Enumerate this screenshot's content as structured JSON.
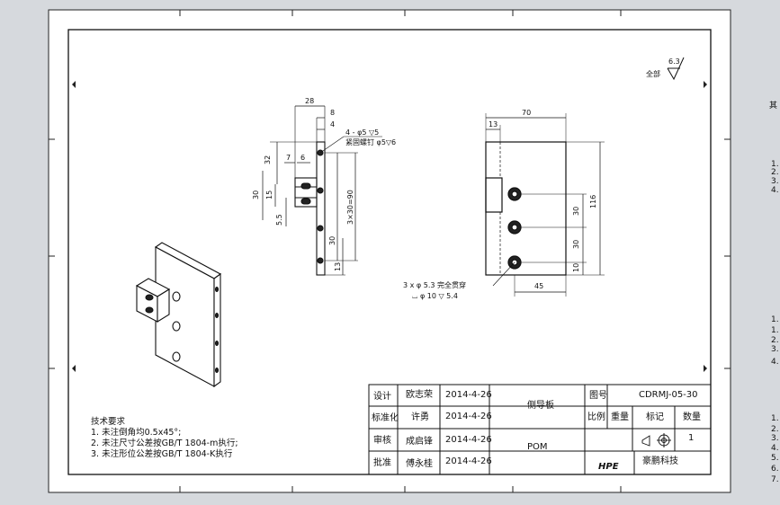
{
  "roughness": {
    "label": "全部",
    "value": "6.3"
  },
  "dimensions": {
    "side": {
      "d28": "28",
      "d8": "8",
      "d4": "4",
      "d7": "7",
      "d6": "6",
      "d32": "32",
      "d30": "30",
      "d15": "15",
      "d55": "5.5",
      "d390": "3×30=90",
      "d30b": "30",
      "d13": "13",
      "hole_note1": "4 - φ5 ▽5",
      "hole_note2": "紧固螺钉 φ5▽6"
    },
    "front": {
      "d70": "70",
      "d13": "13",
      "d116": "116",
      "d30a": "30",
      "d30b": "30",
      "d45": "45",
      "d10": "10",
      "hole_note1": "3 x  φ 5.3  完全贯穿",
      "hole_note2": "⌴ φ 10 ▽ 5.4"
    }
  },
  "tech_notes": {
    "title": "技术要求",
    "lines": [
      "1. 未注倒角均0.5x45°;",
      "2. 未注尺寸公差按GB/T  1804-m执行;",
      "3. 未注形位公差按GB/T  1804-K执行"
    ]
  },
  "title_block": {
    "design_label": "设计",
    "design_name": "欧志荣",
    "design_date": "2014-4-26",
    "std_label": "标准化",
    "std_name": "许勇",
    "std_date": "2014-4-26",
    "review_label": "审核",
    "review_name": "成启锋",
    "review_date": "2014-4-26",
    "approve_label": "批准",
    "approve_name": "傅永桂",
    "approve_date": "2014-4-26",
    "part_name": "侧导板",
    "material": "POM",
    "drawing_no_label": "图号",
    "drawing_no": "CDRMJ-05-30",
    "scale_label": "比例",
    "weight_label": "重量",
    "mark_label": "标记",
    "qty_label": "数量",
    "qty": "1",
    "company_logo": "HPE",
    "company_name": "豪鹏科技"
  },
  "side_panel": {
    "top_char": "其",
    "group1": [
      "1.",
      "2.",
      "3.",
      "4."
    ],
    "group2": [
      "1.",
      "1.",
      "2.",
      "3.",
      "4."
    ],
    "group3": [
      "1.",
      "2.",
      "3.",
      "4.",
      "5.",
      "6.",
      "7."
    ]
  }
}
